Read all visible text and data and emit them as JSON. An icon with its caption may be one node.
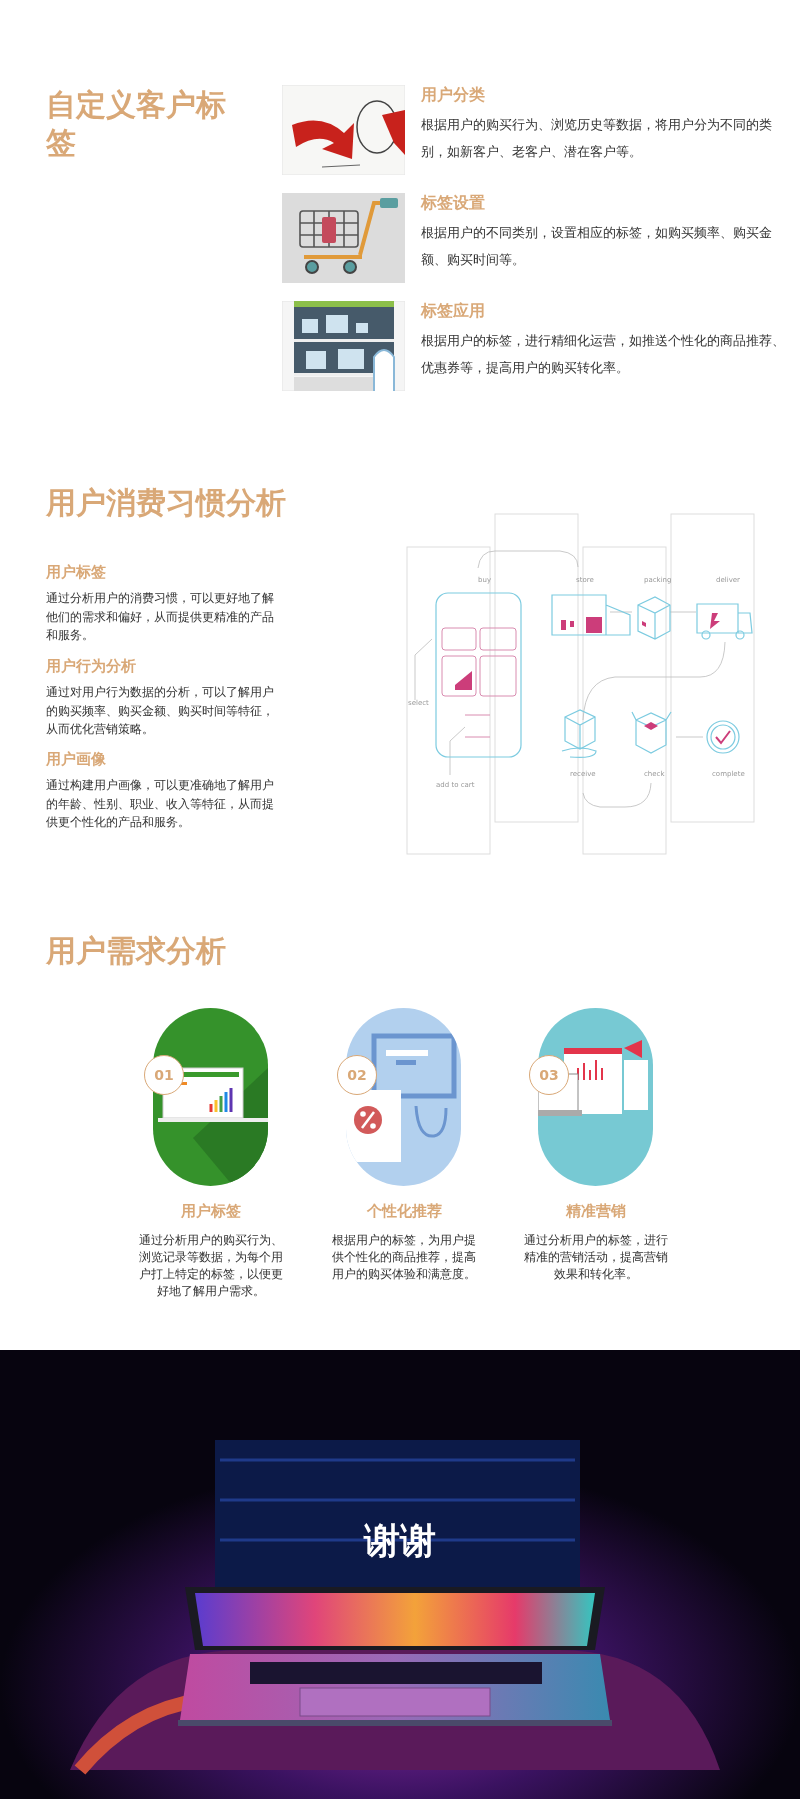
{
  "diagram": {
    "nodes": [
      {
        "text": [
          "用户分类",
          "根据用户的购买行为、浏览历史等数据，将用户分为不同的类别，如新客户、老客户、潜在客户等。"
        ]
      },
      {
        "text": [
          "标签设置",
          "根据用户的不同类别，设置相应的标签，如购买频率、购买金额、购买时间等。"
        ]
      },
      {
        "text": [
          "标签应用",
          "根据用户的标签，进行精细化运营，如推送个性化的商品推荐、优惠券等，提高用户的购买转化率。"
        ]
      },
      {
        "text": [
          "用户标签",
          "通过分析用户的消费习惯，可以更好地了解他们的需求和偏好，从而提供更精准的产品和服务。"
        ]
      },
      {
        "text": [
          "用户行为分析",
          "通过对用户行为数据的分析，可以了解用户的购买频率、购买金额、购买时间等特征，从而优化营销策略。"
        ]
      },
      {
        "text": [
          "用户画像",
          "通过构建用户画像，可以更准确地了解用户的年龄、性别、职业、收入等特征，从而提供更个性化的产品和服务。"
        ]
      },
      {
        "text": [
          "01",
          "用户标签",
          "通过分析用户的购买行为、浏览记录等数据，为每个用户打上特定的标签，以便更好地了解用户需求。"
        ]
      },
      {
        "text": [
          "02",
          "个性化推荐",
          "根据用户的标签，为用户提供个性化的商品推荐，提高用户的购买体验和满意度。"
        ]
      },
      {
        "text": [
          "03",
          "精准营销",
          "通过分析用户的标签，进行精准的营销活动，提高营销效果和转化率。"
        ]
      },
      {
        "text": [
          "谢谢"
        ]
      }
    ],
    "labels": [
      "自定义客户标签",
      "用户消费习惯分析",
      "用户需求分析",
      "buy",
      "store",
      "packing",
      "deliver",
      "select",
      "receive",
      "check",
      "complete",
      "add to cart"
    ]
  }
}
